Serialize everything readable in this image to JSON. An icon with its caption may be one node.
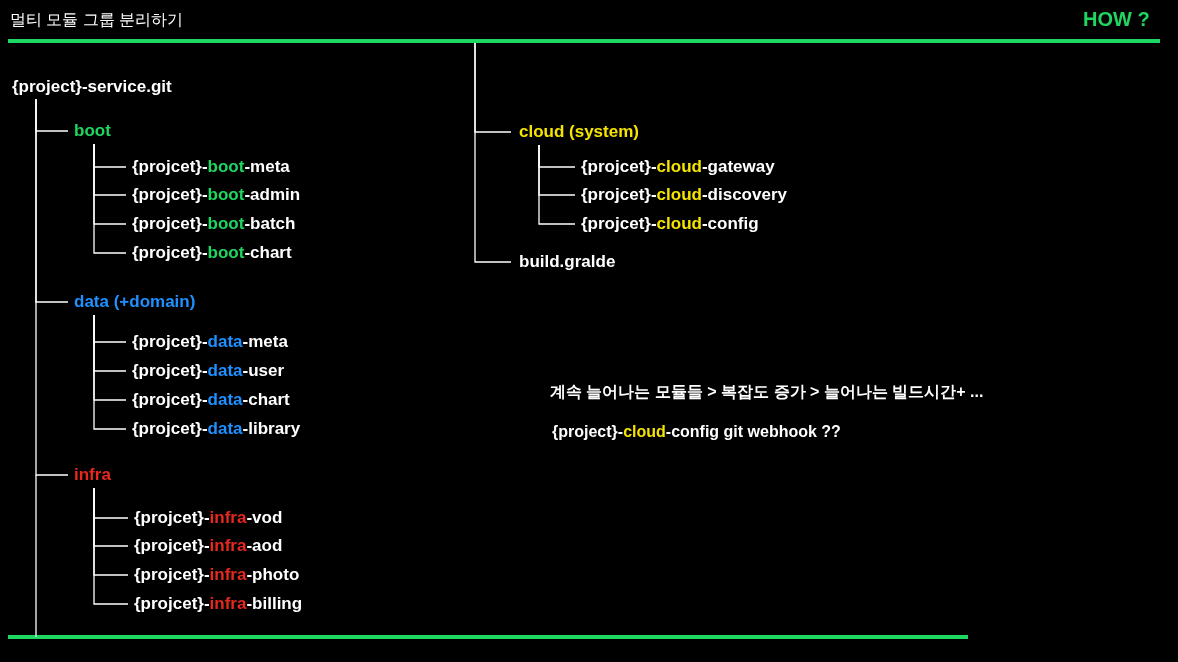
{
  "diagram": {
    "title": "멀티 모듈 그룹 분리하기",
    "nodes": [
      {
        "text": [
          "{project}-service.git"
        ]
      },
      {
        "text": [
          "boot"
        ]
      },
      {
        "text": [
          "{projcet}-boot-meta"
        ]
      },
      {
        "text": [
          "{projcet}-boot-admin"
        ]
      },
      {
        "text": [
          "{projcet}-boot-batch"
        ]
      },
      {
        "text": [
          "{projcet}-boot-chart"
        ]
      },
      {
        "text": [
          "data (+domain)"
        ]
      },
      {
        "text": [
          "{projcet}-data-meta"
        ]
      },
      {
        "text": [
          "{projcet}-data-user"
        ]
      },
      {
        "text": [
          "{projcet}-data-chart"
        ]
      },
      {
        "text": [
          "{projcet}-data-library"
        ]
      },
      {
        "text": [
          "infra"
        ]
      },
      {
        "text": [
          "{projcet}-infra-vod"
        ]
      },
      {
        "text": [
          "{projcet}-infra-aod"
        ]
      },
      {
        "text": [
          "{projcet}-infra-photo"
        ]
      },
      {
        "text": [
          "{projcet}-infra-billing"
        ]
      },
      {
        "text": [
          "cloud (system)"
        ]
      },
      {
        "text": [
          "{projcet}-cloud-gateway"
        ]
      },
      {
        "text": [
          "{projcet}-cloud-discovery"
        ]
      },
      {
        "text": [
          "{projcet}-cloud-config"
        ]
      },
      {
        "text": [
          "build.gralde"
        ]
      }
    ],
    "edges": [
      {
        "from": 0,
        "to": 1,
        "arrow": "none"
      },
      {
        "from": 1,
        "to": 2,
        "arrow": "none"
      },
      {
        "from": 1,
        "to": 3,
        "arrow": "none"
      },
      {
        "from": 1,
        "to": 4,
        "arrow": "none"
      },
      {
        "from": 1,
        "to": 5,
        "arrow": "none"
      },
      {
        "from": 0,
        "to": 6,
        "arrow": "none"
      },
      {
        "from": 6,
        "to": 7,
        "arrow": "none"
      },
      {
        "from": 6,
        "to": 8,
        "arrow": "none"
      },
      {
        "from": 6,
        "to": 9,
        "arrow": "none"
      },
      {
        "from": 6,
        "to": 10,
        "arrow": "none"
      },
      {
        "from": 0,
        "to": 11,
        "arrow": "none"
      },
      {
        "from": 11,
        "to": 12,
        "arrow": "none"
      },
      {
        "from": 11,
        "to": 13,
        "arrow": "none"
      },
      {
        "from": 11,
        "to": 14,
        "arrow": "none"
      },
      {
        "from": 11,
        "to": 15,
        "arrow": "none"
      },
      {
        "from": null,
        "to": 16,
        "arrow": "none"
      },
      {
        "from": 16,
        "to": 17,
        "arrow": "none"
      },
      {
        "from": 16,
        "to": 18,
        "arrow": "none"
      },
      {
        "from": 16,
        "to": 19,
        "arrow": "none"
      },
      {
        "from": null,
        "to": 20,
        "arrow": "none"
      }
    ],
    "labels": [
      "HOW ?",
      "계속 늘어나는 모듈들 > 복잡도 증가 > 늘어나는 빌드시간+ ...",
      "{project}-cloud-config git webhook ??"
    ]
  }
}
